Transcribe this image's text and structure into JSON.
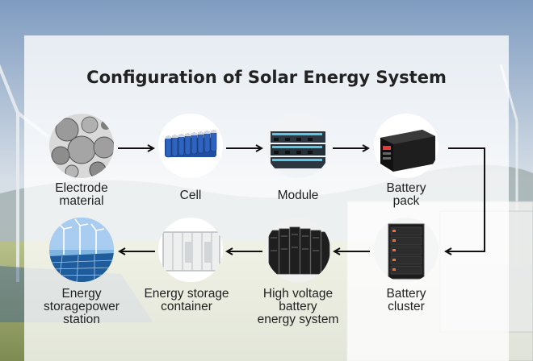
{
  "title": "Configuration of Solar Energy System",
  "nodes": [
    {
      "id": "electrode",
      "label1": "Electrode",
      "label2": "material",
      "label3": ""
    },
    {
      "id": "cell",
      "label1": "Cell",
      "label2": "",
      "label3": ""
    },
    {
      "id": "module",
      "label1": "Module",
      "label2": "",
      "label3": ""
    },
    {
      "id": "battery-pack",
      "label1": "Battery",
      "label2": "pack",
      "label3": ""
    },
    {
      "id": "battery-cluster",
      "label1": "Battery",
      "label2": "cluster",
      "label3": ""
    },
    {
      "id": "hv-system",
      "label1": "High voltage",
      "label2": "battery",
      "label3": "energy system"
    },
    {
      "id": "container",
      "label1": "Energy storage",
      "label2": "container",
      "label3": ""
    },
    {
      "id": "station",
      "label1": "Energy",
      "label2": "storagepower",
      "label3": "station"
    }
  ],
  "colors": {
    "arrow": "#111111",
    "title": "#222222"
  }
}
